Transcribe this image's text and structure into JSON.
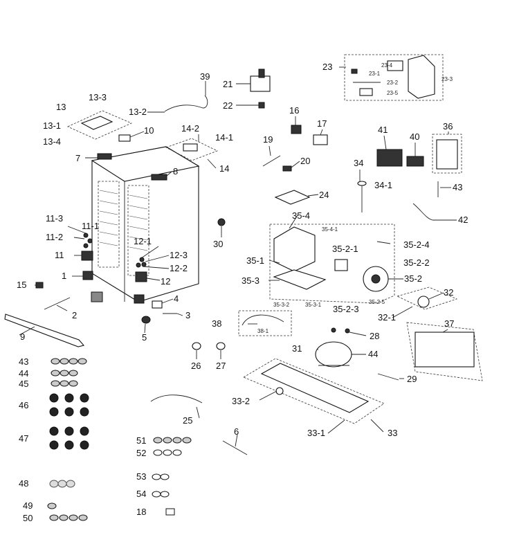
{
  "labels": {
    "l1": "1",
    "l2": "2",
    "l3": "3",
    "l4": "4",
    "l5": "5",
    "l6": "6",
    "l7": "7",
    "l8": "8",
    "l9": "9",
    "l10": "10",
    "l11": "11",
    "l11_1": "11-1",
    "l11_2": "11-2",
    "l11_3": "11-3",
    "l12": "12",
    "l12_1": "12-1",
    "l12_2": "12-2",
    "l12_3": "12-3",
    "l13": "13",
    "l13_1": "13-1",
    "l13_2": "13-2",
    "l13_3": "13-3",
    "l13_4": "13-4",
    "l14": "14",
    "l14_1": "14-1",
    "l14_2": "14-2",
    "l15": "15",
    "l16": "16",
    "l17": "17",
    "l18": "18",
    "l19": "19",
    "l20": "20",
    "l21": "21",
    "l22": "22",
    "l23": "23",
    "l23_1": "23-1",
    "l23_2": "23-2",
    "l23_3": "23-3",
    "l23_4": "23-4",
    "l23_5": "23-5",
    "l24": "24",
    "l25": "25",
    "l26": "26",
    "l27": "27",
    "l28": "28",
    "l29": "29",
    "l30": "30",
    "l31": "31",
    "l32": "32",
    "l32_1": "32-1",
    "l33": "33",
    "l33_1": "33-1",
    "l33_2": "33-2",
    "l34": "34",
    "l34_1": "34-1",
    "l35_1": "35-1",
    "l35_2": "35-2",
    "l35_2_1": "35-2-1",
    "l35_2_2": "35-2-2",
    "l35_2_3": "35-2-3",
    "l35_2_4": "35-2-4",
    "l35_2_5": "35-2-5",
    "l35_3": "35-3",
    "l35_3_1": "35-3-1",
    "l35_3_2": "35-3-2",
    "l35_4": "35-4",
    "l35_4_1": "35-4-1",
    "l36": "36",
    "l37": "37",
    "l38": "38",
    "l38_1": "38-1",
    "l39": "39",
    "l40": "40",
    "l41": "41",
    "l42": "42",
    "l43": "43",
    "l43b": "43",
    "l44": "44",
    "l44b": "44",
    "l45": "45",
    "l46": "46",
    "l47": "47",
    "l48": "48",
    "l49": "49",
    "l50": "50",
    "l51": "51",
    "l52": "52",
    "l53": "53",
    "l54": "54"
  }
}
